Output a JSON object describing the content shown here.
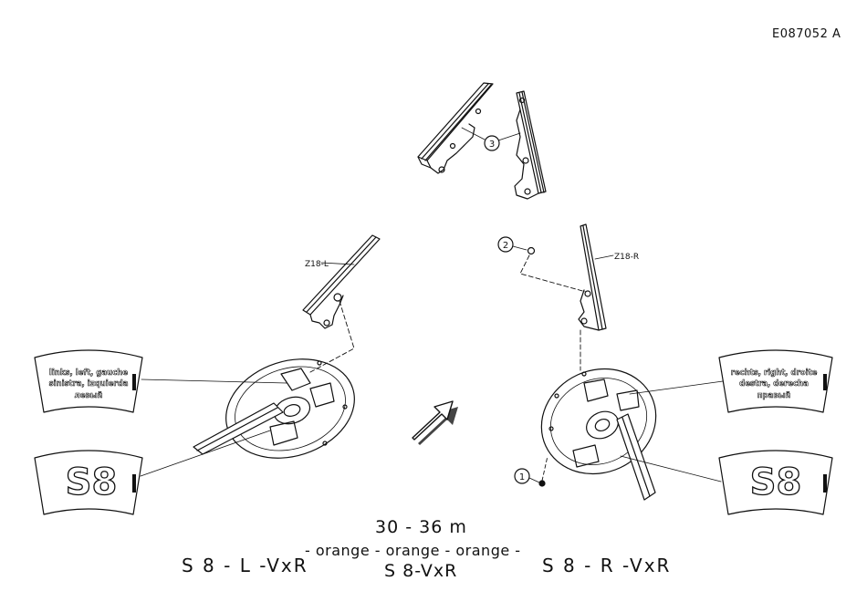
{
  "header": {
    "doc_id": "E087052  A"
  },
  "callouts": {
    "one": "1",
    "two": "2",
    "three": "3"
  },
  "parts": {
    "left_guide": "Z18-L",
    "right_guide": "Z18-R"
  },
  "decals": {
    "left_lines": [
      "links, left, gauche",
      "sinistra, izquierda",
      "левый"
    ],
    "right_lines": [
      "rechts, right, droite",
      "destra, derecha",
      "правый"
    ],
    "logo": "S8"
  },
  "footer": {
    "range": "30  -  36  m",
    "colors": "- orange - orange - orange -",
    "center_model": "S 8-VxR",
    "left_model": "S 8 - L -VxR",
    "right_model": "S 8 - R -VxR"
  }
}
